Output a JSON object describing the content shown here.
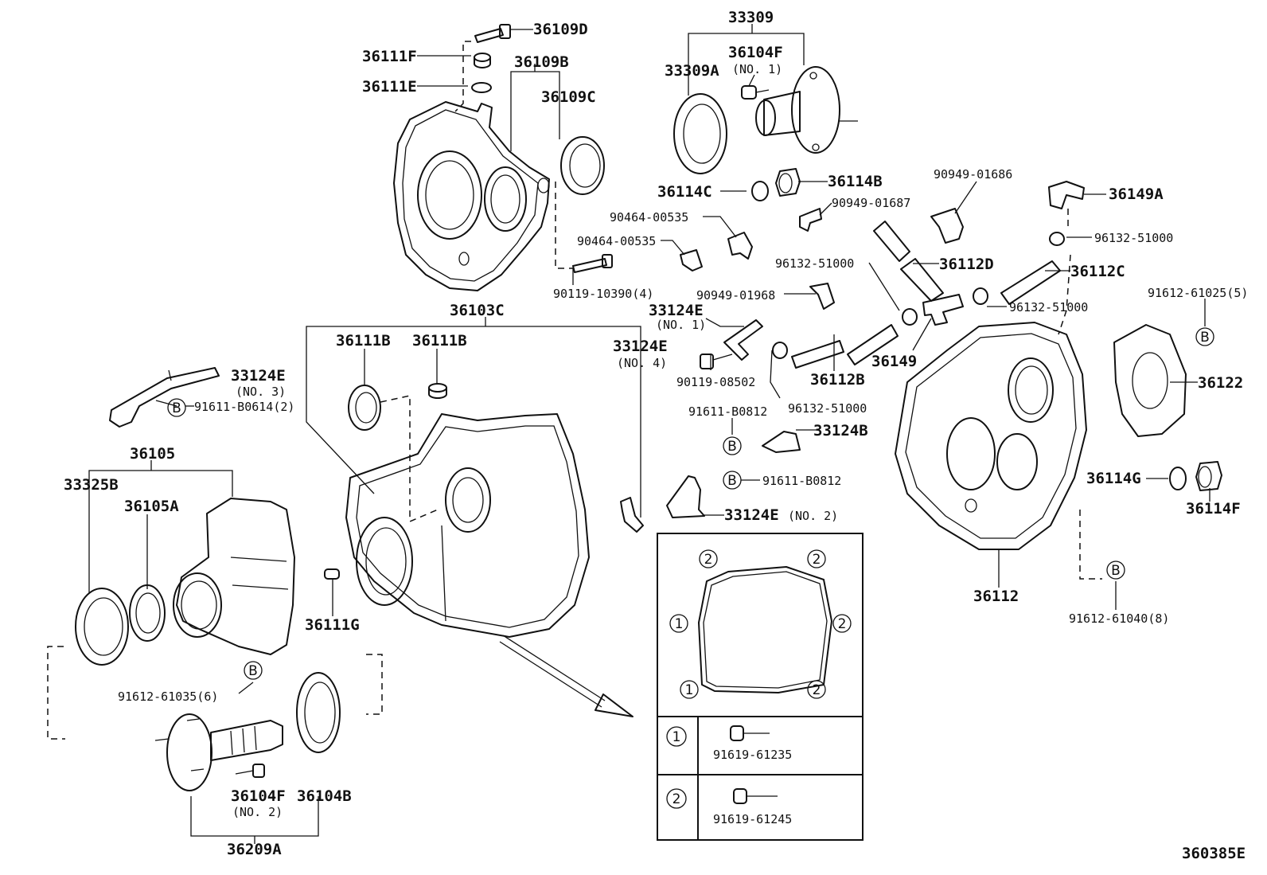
{
  "diagram_code": "360385E",
  "bolt_ref_letter": "B",
  "legend_numbers": [
    "1",
    "2"
  ],
  "labels": {
    "p36109D": "36109D",
    "p36111F": "36111F",
    "p36111E": "36111E",
    "p36109B": "36109B",
    "p36109C": "36109C",
    "p33309": "33309",
    "p36104F_top": "36104F",
    "no1_top": "(NO. 1)",
    "p33309A": "33309A",
    "p36114B": "36114B",
    "p36114C": "36114C",
    "p90949_01686": "90949-01686",
    "p36149A": "36149A",
    "p90949_01687": "90949-01687",
    "p90464_00535_a": "90464-00535",
    "p90464_00535_b": "90464-00535",
    "p96132_51000_a": "96132-51000",
    "p90119_10390": "90119-10390(4)",
    "p96132_51000_b": "96132-51000",
    "p36112D": "36112D",
    "p36112C": "36112C",
    "p91612_61025": "91612-61025(5)",
    "p90949_01968": "90949-01968",
    "p96132_51000_c": "96132-51000",
    "p36103C": "36103C",
    "p33124E_no1": "33124E",
    "no1_mid": "(NO. 1)",
    "p36111B_a": "36111B",
    "p36111B_b": "36111B",
    "p33124E_no4": "33124E",
    "no4": "(NO. 4)",
    "p90119_08502": "90119-08502",
    "p36112B": "36112B",
    "p36149": "36149",
    "p36122": "36122",
    "p33124E_no3": "33124E",
    "no3": "(NO. 3)",
    "p91611_B0614": "91611-B0614(2)",
    "p96132_51000_d": "96132-51000",
    "p91611_B0812_a": "91611-B0812",
    "p33124B": "33124B",
    "p36105": "36105",
    "p33325B": "33325B",
    "p36105A": "36105A",
    "p91611_B0812_b": "91611-B0812",
    "p33124E_no2": "33124E",
    "no2_side": "(NO. 2)",
    "p36114G": "36114G",
    "p36114F_right": "36114F",
    "p36111G": "36111G",
    "p36112": "36112",
    "p91612_61040": "91612-61040(8)",
    "p91612_61035": "91612-61035(6)",
    "p36104F_bot": "36104F",
    "no2_bot": "(NO. 2)",
    "p36104B": "36104B",
    "p36209A": "36209A",
    "p91619_61235": "91619-61235",
    "p91619_61245": "91619-61245"
  }
}
